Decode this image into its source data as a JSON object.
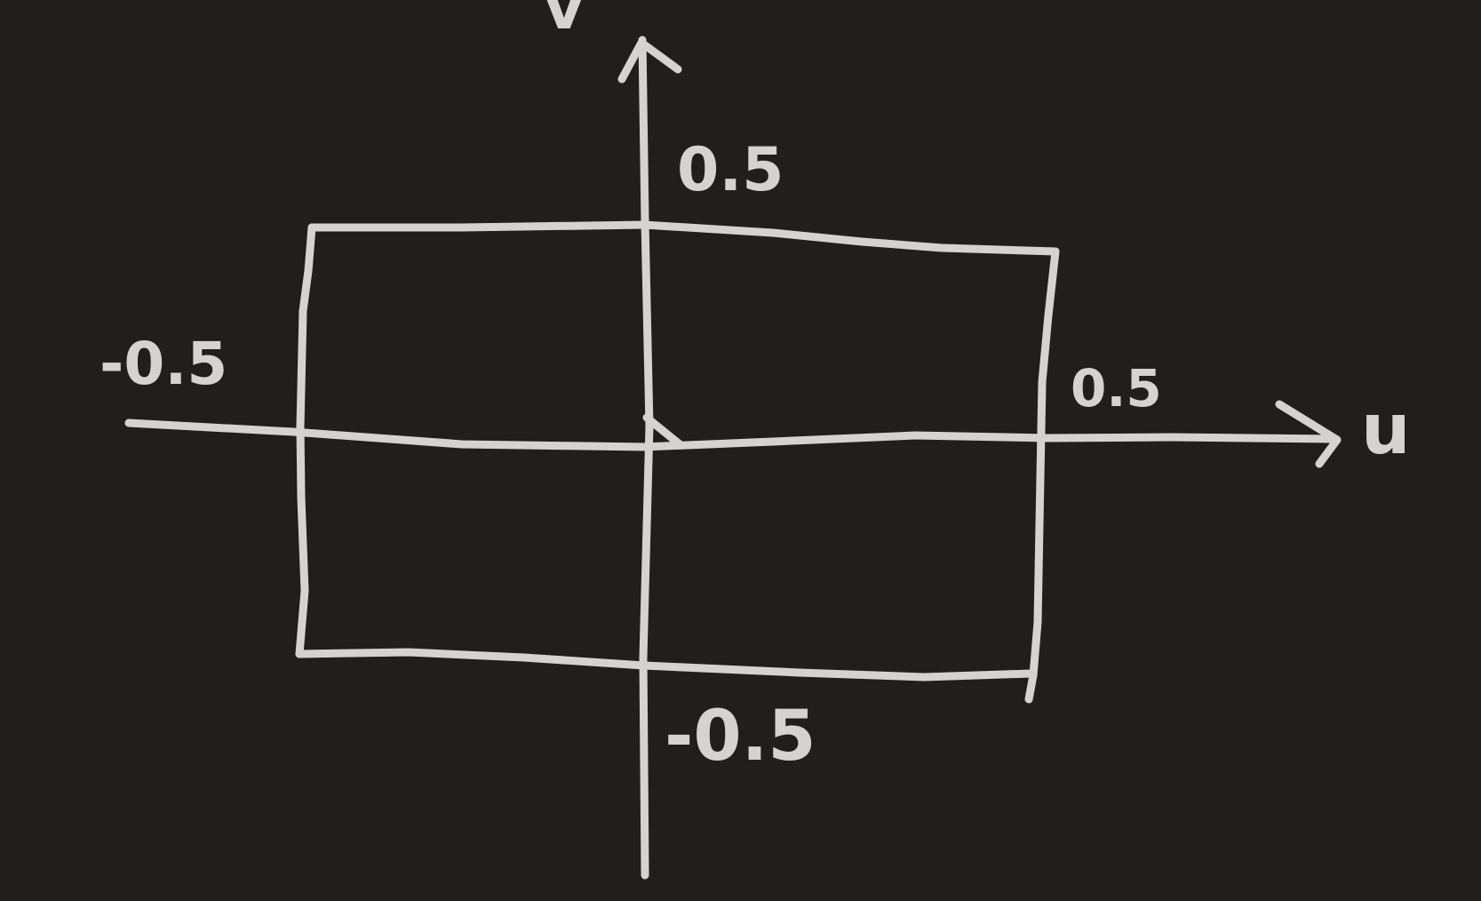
{
  "diagram": {
    "colors": {
      "background": "#211f1e",
      "ink": "#d4d3d2"
    },
    "axes": {
      "horizontal_label": "u",
      "vertical_label": "v"
    },
    "tick_labels": {
      "v_top": "0.5",
      "v_bottom": "-0.5",
      "u_left": "-0.5",
      "u_right": "0.5"
    },
    "shape": "rectangle"
  }
}
